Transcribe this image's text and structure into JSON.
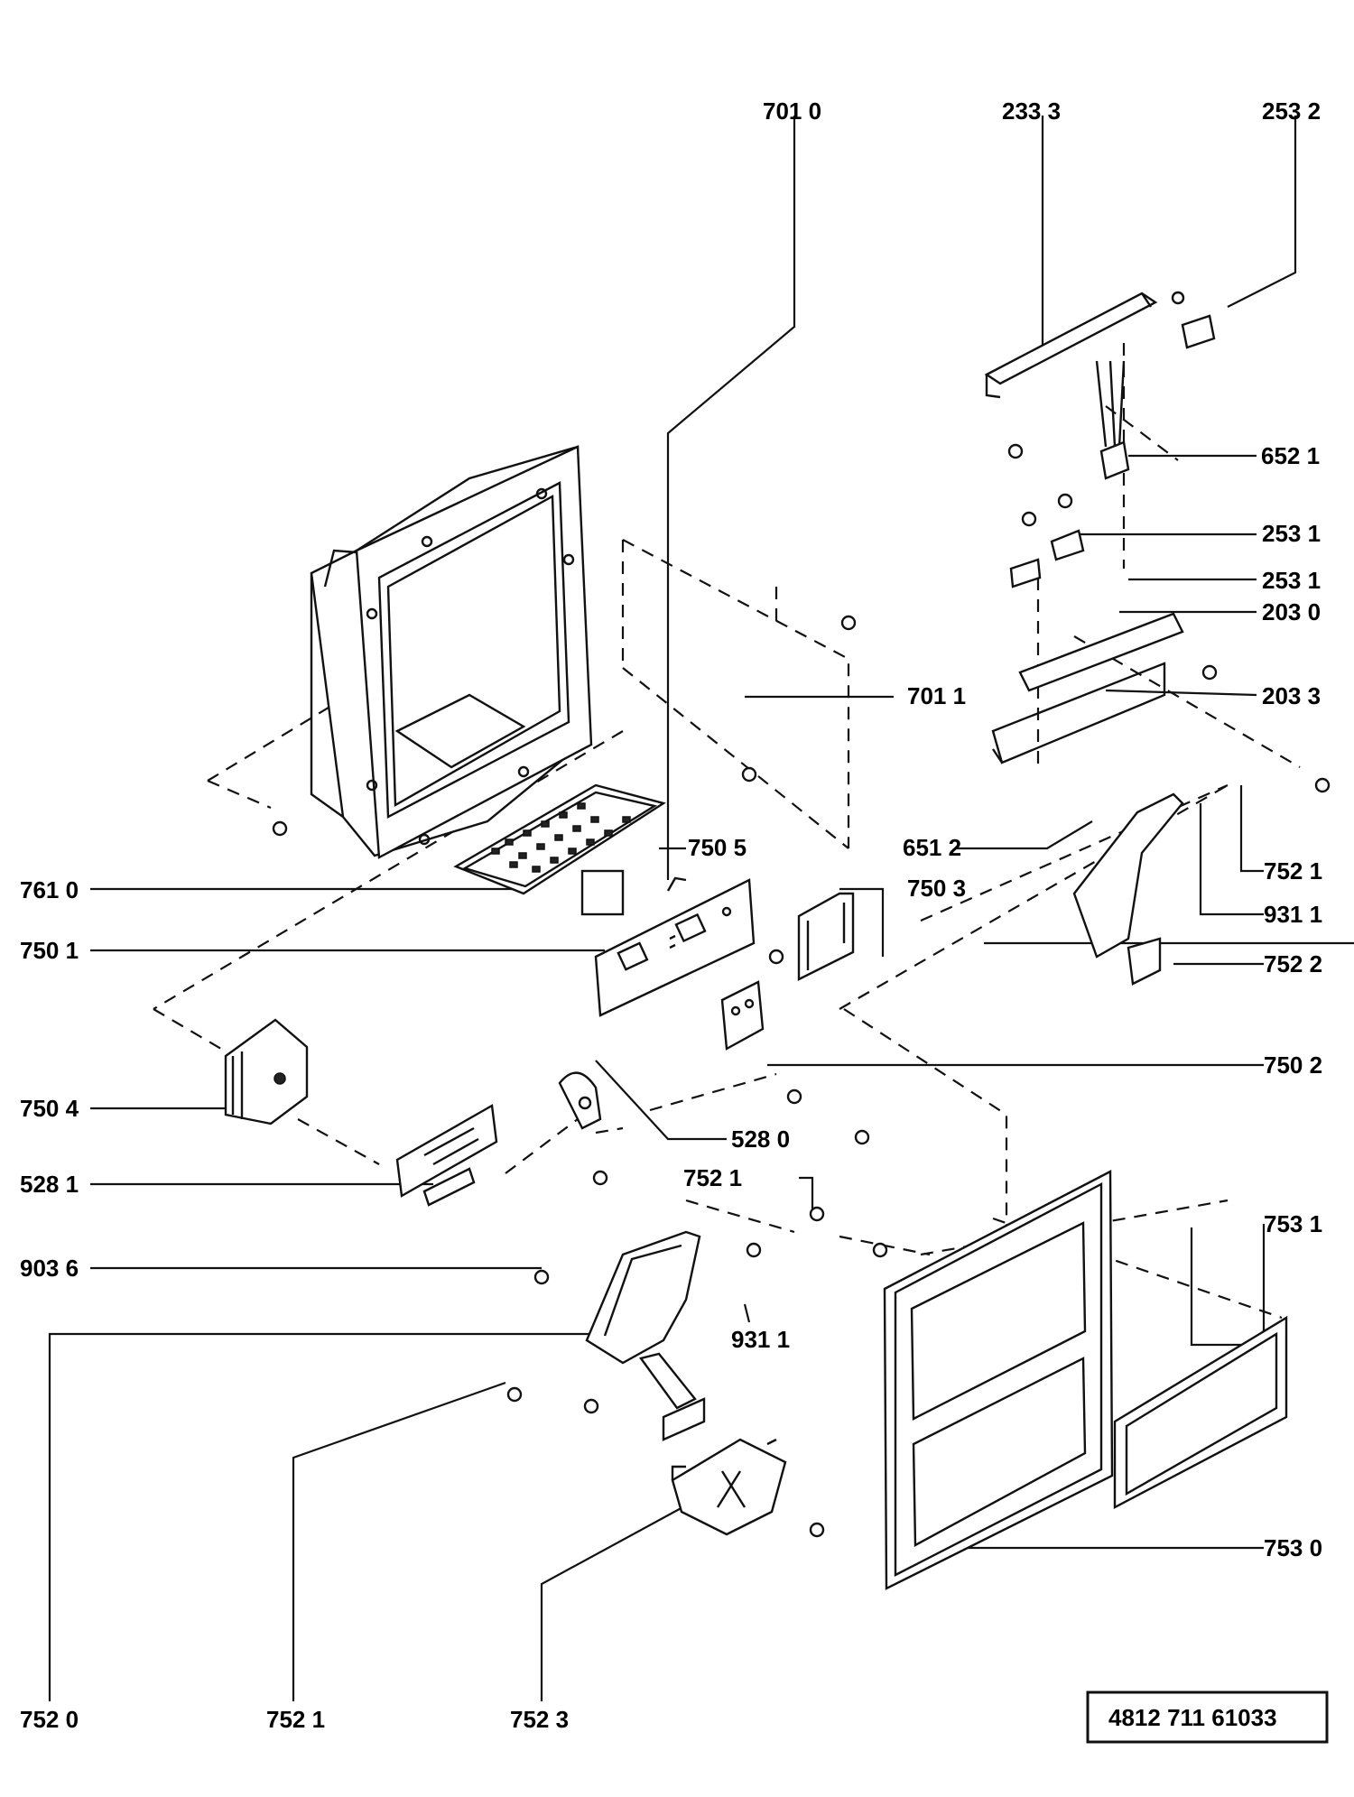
{
  "diagram": {
    "part_labels": {
      "p7010": "701 0",
      "p2333": "233  3",
      "p2532": "253 2",
      "p6521": "652 1",
      "p2531a": "253 1",
      "p2531b": "253 1",
      "p2030": "203 0",
      "p7011": "701 1",
      "p2033": "203 3",
      "p7505": "750 5",
      "p6512": "651 2",
      "p7521a": "752 1",
      "p7610": "761 0",
      "p7503": "750 3",
      "p9311a": "931 1",
      "p7501": "750 1",
      "p7522": "752 2",
      "p7502": "750 2",
      "p7504": "750 4",
      "p5280": "528 0",
      "p5281": "528 1",
      "p7521b": "752 1",
      "p7531": "753 1",
      "p9036": "903 6",
      "p9311b": "931 1",
      "p7530": "753 0",
      "p7520": "752 0",
      "p7521c": "752  1",
      "p7523": "752  3"
    },
    "document_code": "4812   711   61033"
  }
}
